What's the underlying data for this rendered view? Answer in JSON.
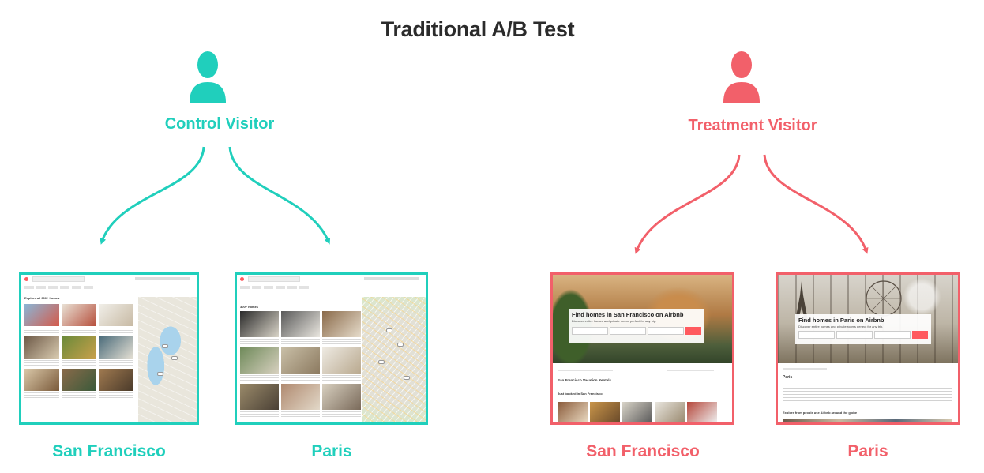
{
  "title": "Traditional A/B Test",
  "colors": {
    "control": "#20cfbc",
    "treatment": "#f2606a"
  },
  "control": {
    "label": "Control Visitor",
    "icon": "person-icon",
    "cities": [
      "San Francisco",
      "Paris"
    ],
    "pages": {
      "sf_heading": "Explore all 300+ homes",
      "paris_heading": "300+ homes"
    }
  },
  "treatment": {
    "label": "Treatment Visitor",
    "icon": "person-icon",
    "cities": [
      "San Francisco",
      "Paris"
    ],
    "pages": {
      "sf_hero": "Find homes in San Francisco on Airbnb",
      "paris_hero": "Find homes in Paris on Airbnb",
      "hero_sub": "Discover entire homes and private rooms perfect for any trip.",
      "sf_section1": "San Francisco Vacation Rentals",
      "sf_section2": "Just booked in San Francisco",
      "paris_section1": "Paris",
      "paris_section2": "Explore from people use Airbnb around the globe"
    }
  }
}
